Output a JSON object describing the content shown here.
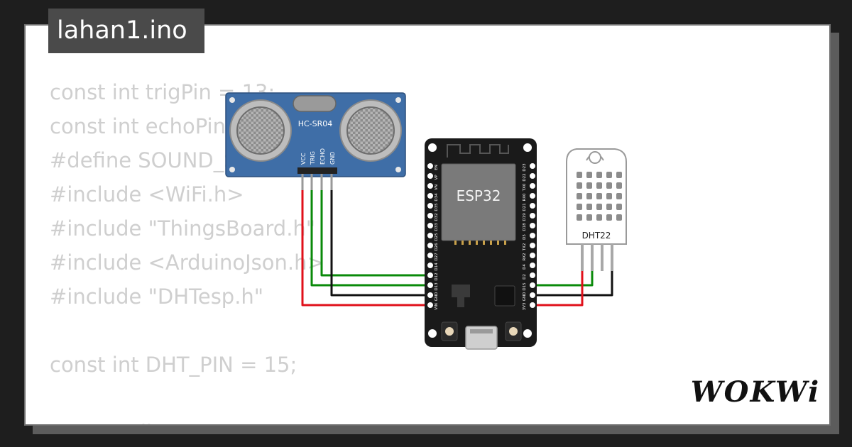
{
  "filename": "lahan1.ino",
  "code_lines": [
    "const int trigPin = 13;",
    "const int echoPin = 12;",
    "#define SOUND_SPEED 0.034",
    "#include <WiFi.h>",
    "#include \"ThingsBoard.h\"",
    "#include <ArduinoJson.h>",
    "#include \"DHTesp.h\"",
    "",
    "const int DHT_PIN = 15;",
    "",
    "DHTesp dhtSensor;"
  ],
  "brand": "WOKWi",
  "ultrasonic": {
    "model": "HC-SR04",
    "pins": [
      "VCC",
      "TRIG",
      "ECHO",
      "GND"
    ]
  },
  "board": {
    "chip_label": "ESP32",
    "left_pins": [
      "EN",
      "VP",
      "VN",
      "D34",
      "D35",
      "D32",
      "D33",
      "D25",
      "D26",
      "D27",
      "D14",
      "D12",
      "D13",
      "GND",
      "VIN"
    ],
    "right_pins": [
      "D23",
      "D22",
      "TX0",
      "RX0",
      "D21",
      "D19",
      "D18",
      "D5",
      "TX2",
      "RX2",
      "D4",
      "D2",
      "D15",
      "GND",
      "3V3"
    ]
  },
  "dht": {
    "model": "DHT22"
  },
  "colors": {
    "wire_red": "#e0101a",
    "wire_green": "#0a8a0a",
    "wire_black": "#111111",
    "sensor_blue": "#3f6ea7",
    "board_black": "#1a1a1a",
    "chip_gray": "#7a7a7a"
  }
}
